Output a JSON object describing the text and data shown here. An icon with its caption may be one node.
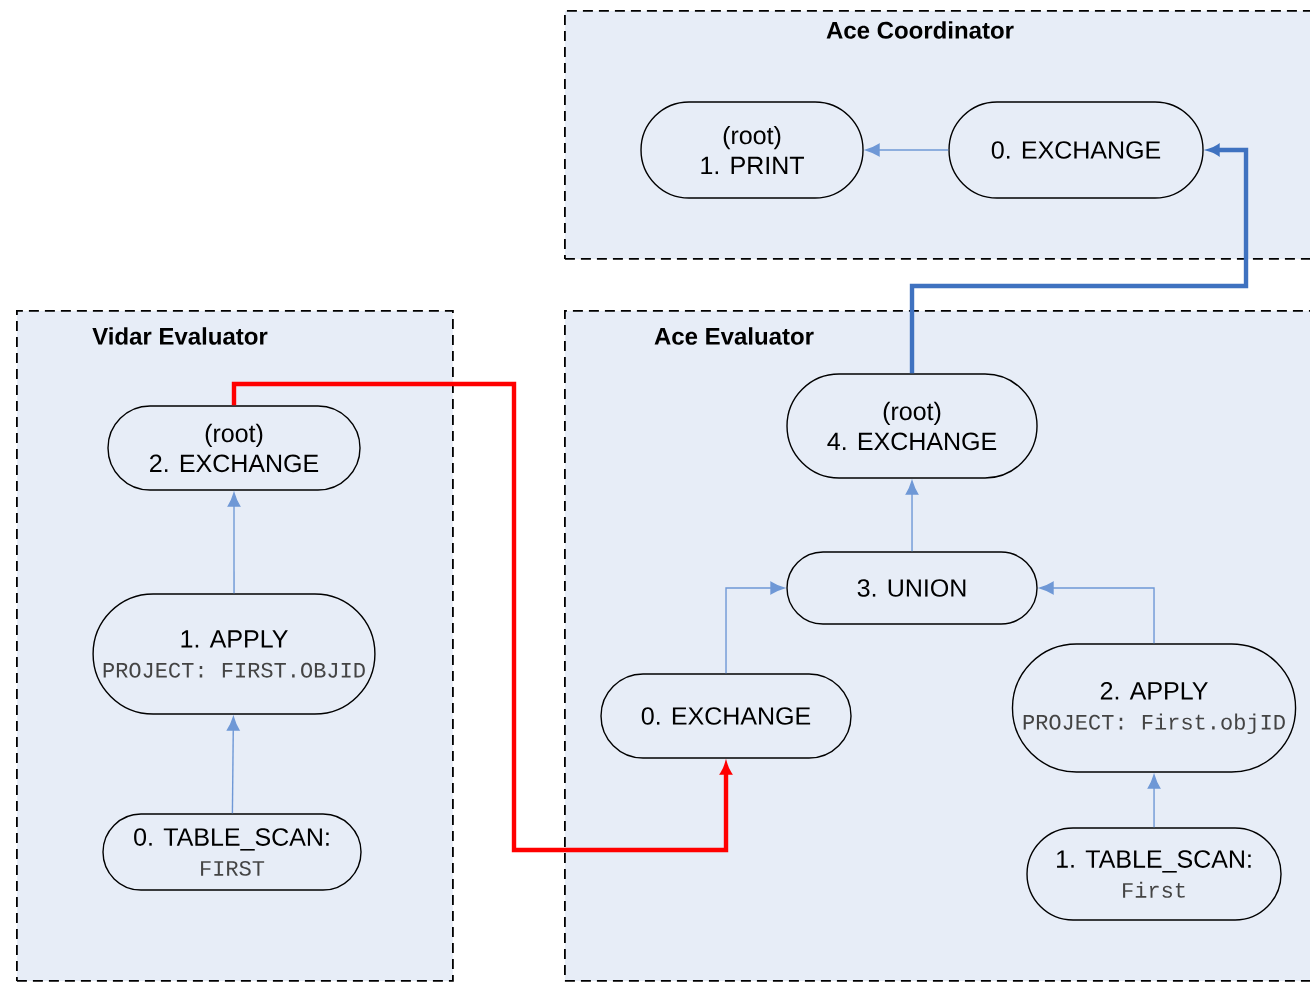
{
  "diagram": {
    "nodes": [
      {
        "text": [
          "Ace Coordinator"
        ]
      },
      {
        "text": [
          "(root)",
          "1. PRINT"
        ],
        "in": 0
      },
      {
        "text": [
          "0. EXCHANGE"
        ],
        "in": 0
      },
      {
        "text": [
          "Vidar Evaluator"
        ]
      },
      {
        "text": [
          "(root)",
          "2. EXCHANGE"
        ],
        "in": 3
      },
      {
        "text": [
          "1. APPLY",
          "PROJECT: FIRST.OBJID"
        ],
        "in": 3
      },
      {
        "text": [
          "0. TABLE_SCAN:",
          "FIRST"
        ],
        "in": 3
      },
      {
        "text": [
          "Ace Evaluator"
        ]
      },
      {
        "text": [
          "(root)",
          "4. EXCHANGE"
        ],
        "in": 7
      },
      {
        "text": [
          "3. UNION"
        ],
        "in": 7
      },
      {
        "text": [
          "0. EXCHANGE"
        ],
        "in": 7
      },
      {
        "text": [
          "2. APPLY",
          "PROJECT: First.objID"
        ],
        "in": 7
      },
      {
        "text": [
          "1. TABLE_SCAN:",
          "First"
        ],
        "in": 7
      }
    ],
    "edges": [
      {
        "from": 2,
        "to": 1,
        "arrow": "to"
      },
      {
        "from": 8,
        "to": 2,
        "arrow": "to",
        "style": "thick",
        "color": "#3f72c0"
      },
      {
        "from": 5,
        "to": 4,
        "arrow": "to"
      },
      {
        "from": 6,
        "to": 5,
        "arrow": "to"
      },
      {
        "from": 4,
        "to": 10,
        "arrow": "to",
        "style": "thick",
        "color": "#ff0000"
      },
      {
        "from": 9,
        "to": 8,
        "arrow": "to"
      },
      {
        "from": 10,
        "to": 9,
        "arrow": "to"
      },
      {
        "from": 11,
        "to": 9,
        "arrow": "to"
      },
      {
        "from": 12,
        "to": 11,
        "arrow": "to"
      }
    ]
  }
}
